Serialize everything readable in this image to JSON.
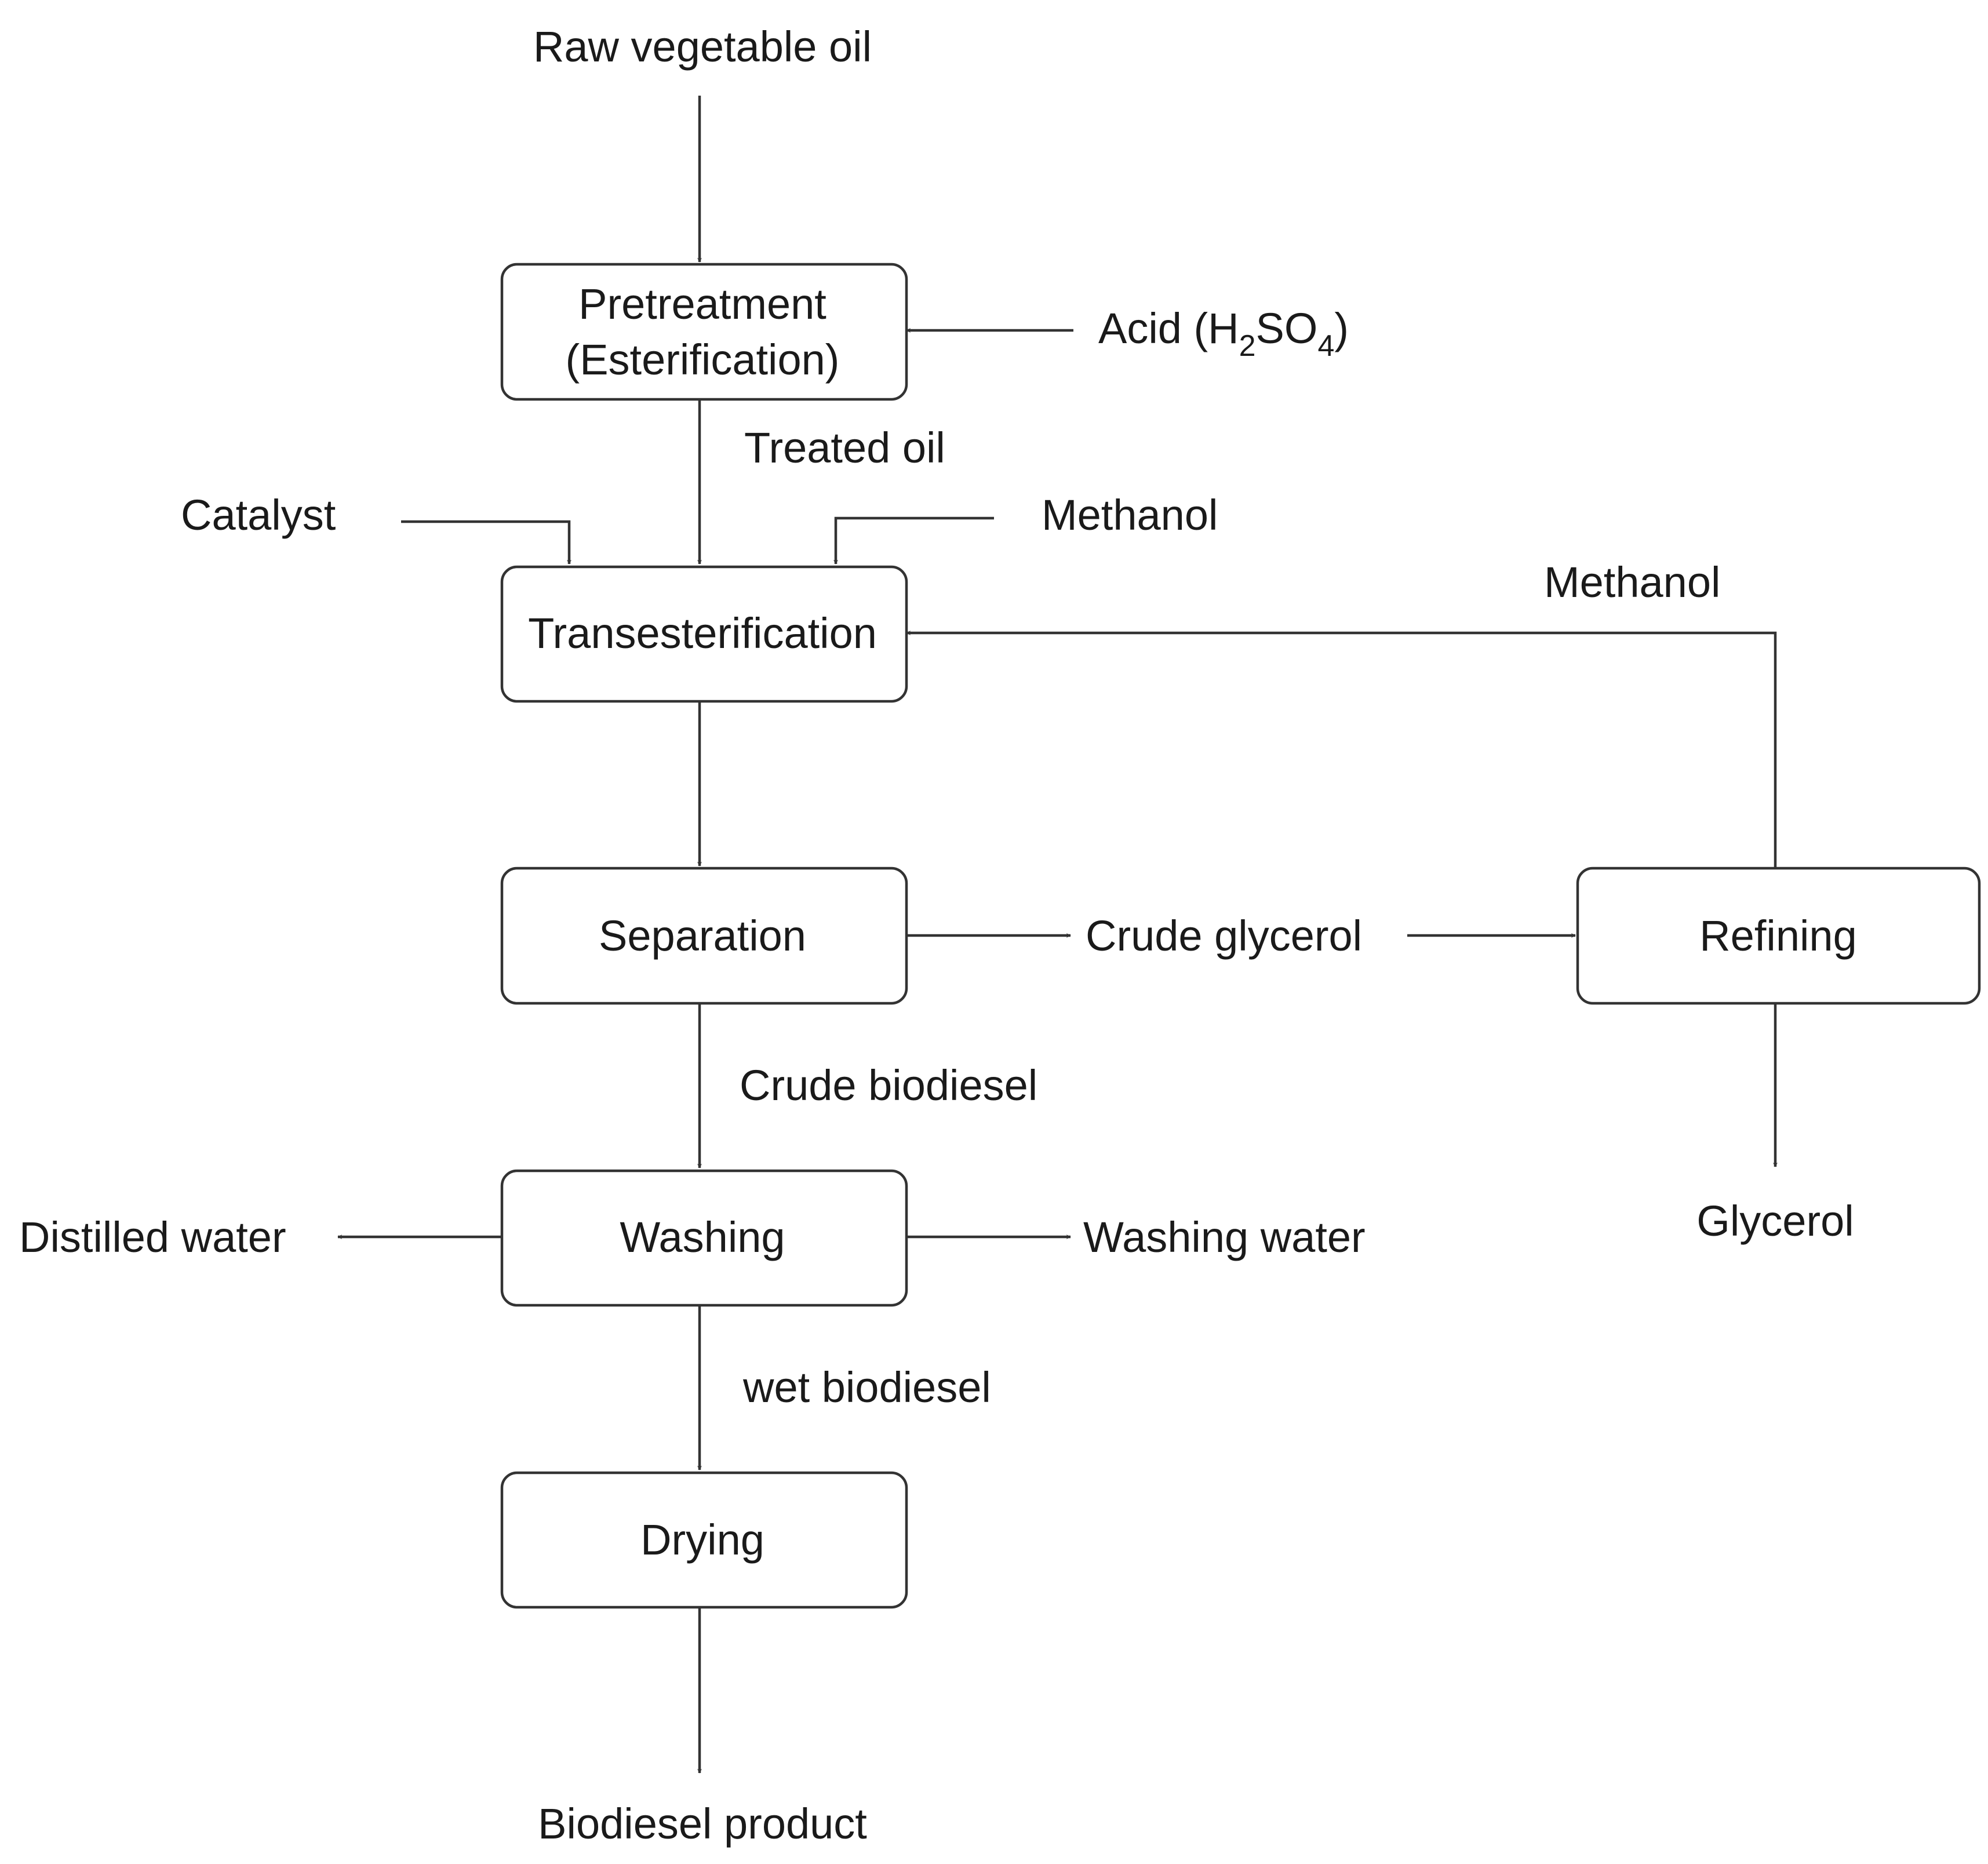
{
  "diagram": {
    "nodes": {
      "pretreatment": {
        "line1": "Pretreatment",
        "line2": "(Esterification)"
      },
      "transesterification": {
        "label": "Transesterification"
      },
      "separation": {
        "label": "Separation"
      },
      "washing": {
        "label": "Washing"
      },
      "drying": {
        "label": "Drying"
      },
      "refining": {
        "label": "Refining"
      }
    },
    "labels": {
      "raw_oil": "Raw vegetable oil",
      "acid_prefix": "Acid (H",
      "acid_sub1": "2",
      "acid_mid": "SO",
      "acid_sub2": "4",
      "acid_suffix": ")",
      "treated_oil": "Treated oil",
      "catalyst": "Catalyst",
      "methanol_in": "Methanol",
      "methanol_recycle": "Methanol",
      "crude_glycerol": "Crude glycerol",
      "crude_biodiesel": "Crude biodiesel",
      "distilled_water": "Distilled water",
      "washing_water": "Washing water",
      "glycerol": "Glycerol",
      "wet_biodiesel": "wet biodiesel",
      "biodiesel_product": "Biodiesel product"
    },
    "colors": {
      "line": "#333333",
      "text": "#1a1a1a"
    }
  }
}
